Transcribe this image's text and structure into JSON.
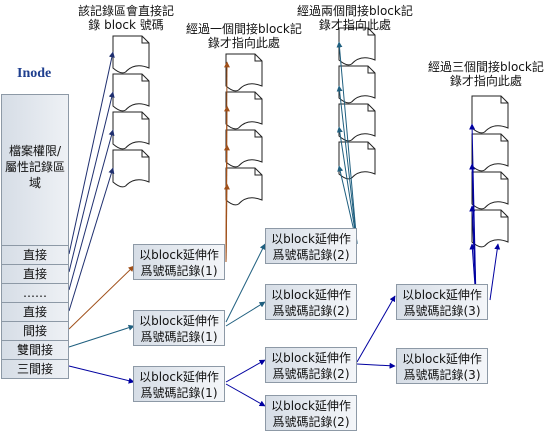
{
  "annotations": {
    "direct": [
      "該記錄區會直接記",
      "錄 block 號碼"
    ],
    "single": [
      "經過一個間接block記",
      "錄才指向此處"
    ],
    "double": [
      "經過兩個間接block記",
      "錄才指向此處"
    ],
    "triple": [
      "經過三個間接block記",
      "錄才指向此處"
    ]
  },
  "inode": {
    "title": "Inode",
    "area_label": "檔案權限/屬性記錄區域",
    "rows": [
      "直接",
      "直接",
      "……",
      "直接",
      "間接",
      "雙間接",
      "三間接"
    ]
  },
  "box_label": {
    "single": [
      "以block延伸作",
      "爲號碼記錄(1)"
    ],
    "double": [
      "以block延伸作",
      "爲號碼記錄(2)"
    ],
    "triple": [
      "以block延伸作",
      "爲號碼記錄(3)"
    ]
  },
  "colors": {
    "direct": "#1f2f6f",
    "indirect": "#a0501a",
    "double": "#1f5f7f",
    "triple": "#0000a0"
  }
}
